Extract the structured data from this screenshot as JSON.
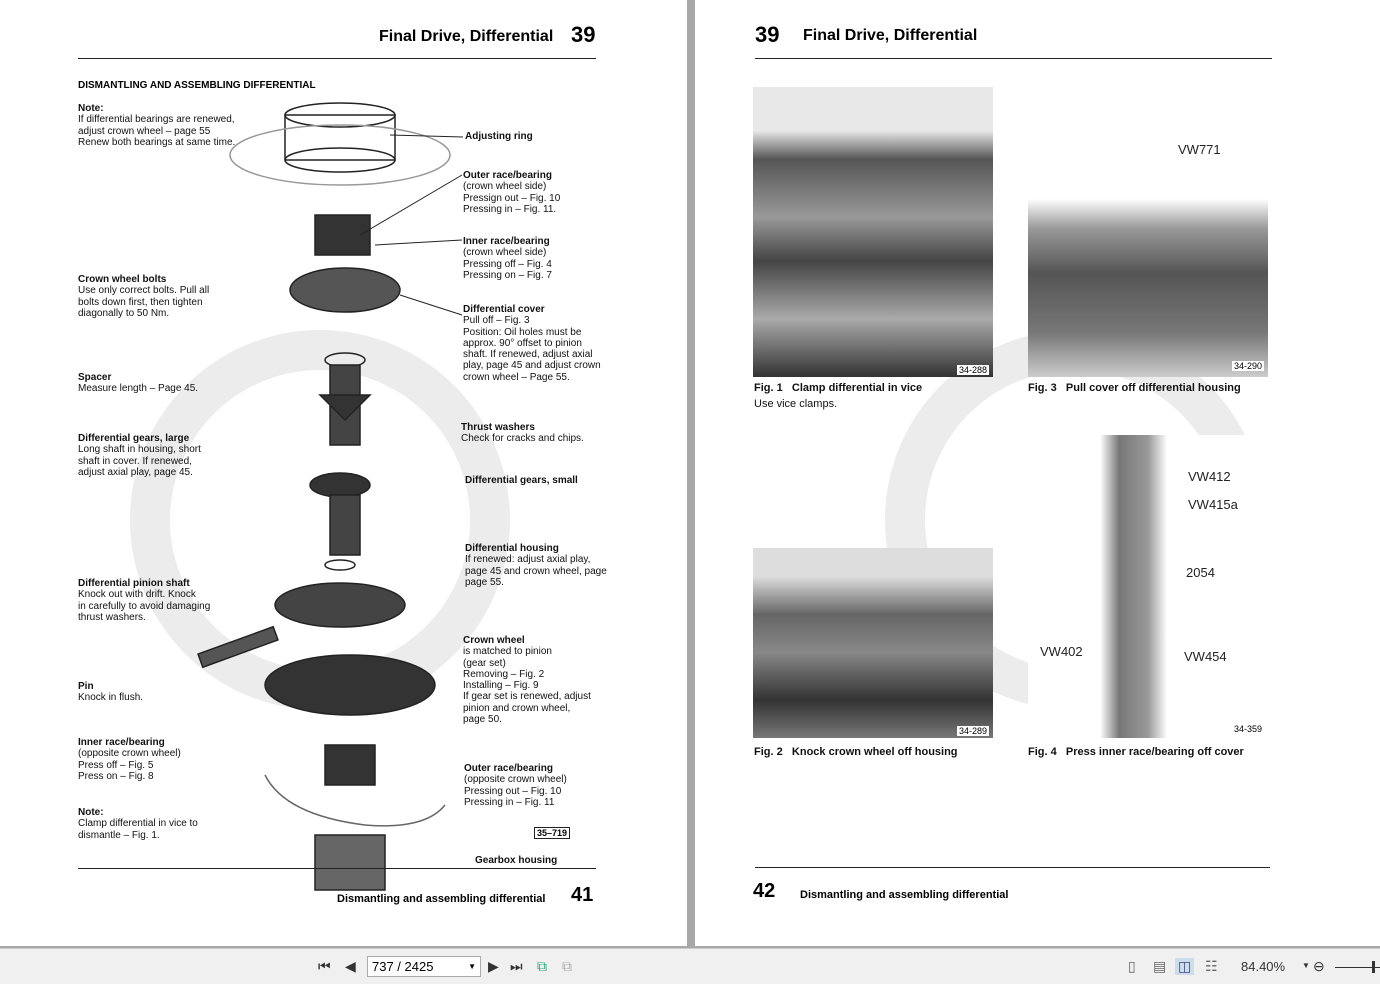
{
  "left_page": {
    "header_title": "Final Drive, Differential",
    "header_number": "39",
    "section_title": "DISMANTLING AND ASSEMBLING DIFFERENTIAL",
    "note1": {
      "title": "Note:",
      "lines": [
        "If differential bearings are renewed,",
        "adjust crown wheel – page 55",
        "Renew both bearings at same time."
      ]
    },
    "labels": [
      {
        "title": "Adjusting ring",
        "lines": []
      },
      {
        "title": "Outer race/bearing",
        "lines": [
          "(crown wheel side)",
          "Pressign out – Fig. 10",
          "Pressing in – Fig. 11."
        ]
      },
      {
        "title": "Inner race/bearing",
        "lines": [
          "(crown wheel side)",
          "Pressing off – Fig. 4",
          "Pressing on – Fig. 7"
        ]
      },
      {
        "title": "Crown wheel bolts",
        "lines": [
          "Use only correct bolts. Pull all",
          "bolts down first, then tighten",
          "diagonally to 50 Nm."
        ]
      },
      {
        "title": "Differential cover",
        "lines": [
          "Pull off – Fig. 3",
          "Position: Oil holes must be",
          "approx. 90° offset to pinion",
          "shaft. If renewed, adjust axial",
          "play, page 45 and adjust crown",
          "crown wheel – Page 55."
        ]
      },
      {
        "title": "Spacer",
        "lines": [
          "Measure length – Page 45."
        ]
      },
      {
        "title": "Thrust washers",
        "lines": [
          "Check for cracks and chips."
        ]
      },
      {
        "title": "Differential gears, large",
        "lines": [
          "Long shaft in housing, short",
          "shaft in cover. If renewed,",
          "adjust axial play, page 45."
        ]
      },
      {
        "title": "Differential gears, small",
        "lines": []
      },
      {
        "title": "Differential housing",
        "lines": [
          "If renewed: adjust axial play,",
          "page 45 and crown wheel, page",
          "page 55."
        ]
      },
      {
        "title": "Differential pinion shaft",
        "lines": [
          "Knock out with drift. Knock",
          "in carefully to avoid damaging",
          "thrust washers."
        ]
      },
      {
        "title": "Crown wheel",
        "lines": [
          " is matched to pinion",
          "(gear set)",
          "Removing – Fig. 2",
          "Installing – Fig. 9",
          "If gear set is renewed, adjust",
          "pinion and crown wheel,",
          "page 50."
        ]
      },
      {
        "title": "Pin",
        "lines": [
          "Knock in flush."
        ]
      },
      {
        "title": "Inner race/bearing",
        "lines": [
          "(opposite crown wheel)",
          "Press off – Fig. 5",
          "Press on – Fig. 8"
        ]
      },
      {
        "title": "Outer race/bearing",
        "lines": [
          "(opposite crown wheel)",
          "Pressing out – Fig. 10",
          "Pressing in – Fig. 11"
        ]
      },
      {
        "title": "Note:",
        "lines": [
          "Clamp differential in vice to",
          "dismantle – Fig. 1."
        ]
      },
      {
        "title": "Gearbox housing",
        "lines": []
      }
    ],
    "figure_code": "35–719",
    "footer_title": "Dismantling and assembling differential",
    "footer_number": "41"
  },
  "right_page": {
    "header_number": "39",
    "header_title": "Final Drive, Differential",
    "figures": [
      {
        "num": "Fig. 1",
        "caption": "Clamp differential in vice",
        "sub": "Use vice clamps.",
        "code": "34-288",
        "tags": []
      },
      {
        "num": "Fig. 3",
        "caption": "Pull cover off differential housing",
        "sub": "",
        "code": "34-290",
        "tags": [
          "VW771"
        ]
      },
      {
        "num": "Fig. 2",
        "caption": "Knock crown wheel off housing",
        "sub": "",
        "code": "34-289",
        "tags": []
      },
      {
        "num": "Fig. 4",
        "caption": "Press inner race/bearing off cover",
        "sub": "",
        "code": "34-359",
        "tags": [
          "VW412",
          "VW415a",
          "2054",
          "VW402",
          "VW454"
        ]
      }
    ],
    "footer_number": "42",
    "footer_title": "Dismantling and assembling differential"
  },
  "toolbar": {
    "page_value": "737 / 2425",
    "zoom": "84.40%"
  }
}
